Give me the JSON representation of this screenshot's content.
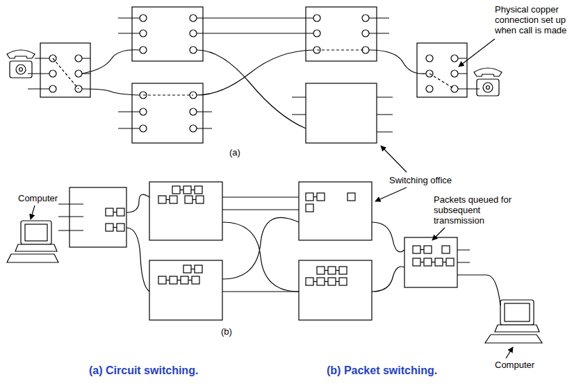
{
  "diagram": {
    "labels": [
      "Physical copper connection set up when call is made",
      "(a)",
      "Switching office",
      "Computer",
      "Packets queued for subsequent transmission",
      "(b)",
      "Computer",
      "(a) Circuit switching.",
      "(b) Packet switching."
    ]
  }
}
